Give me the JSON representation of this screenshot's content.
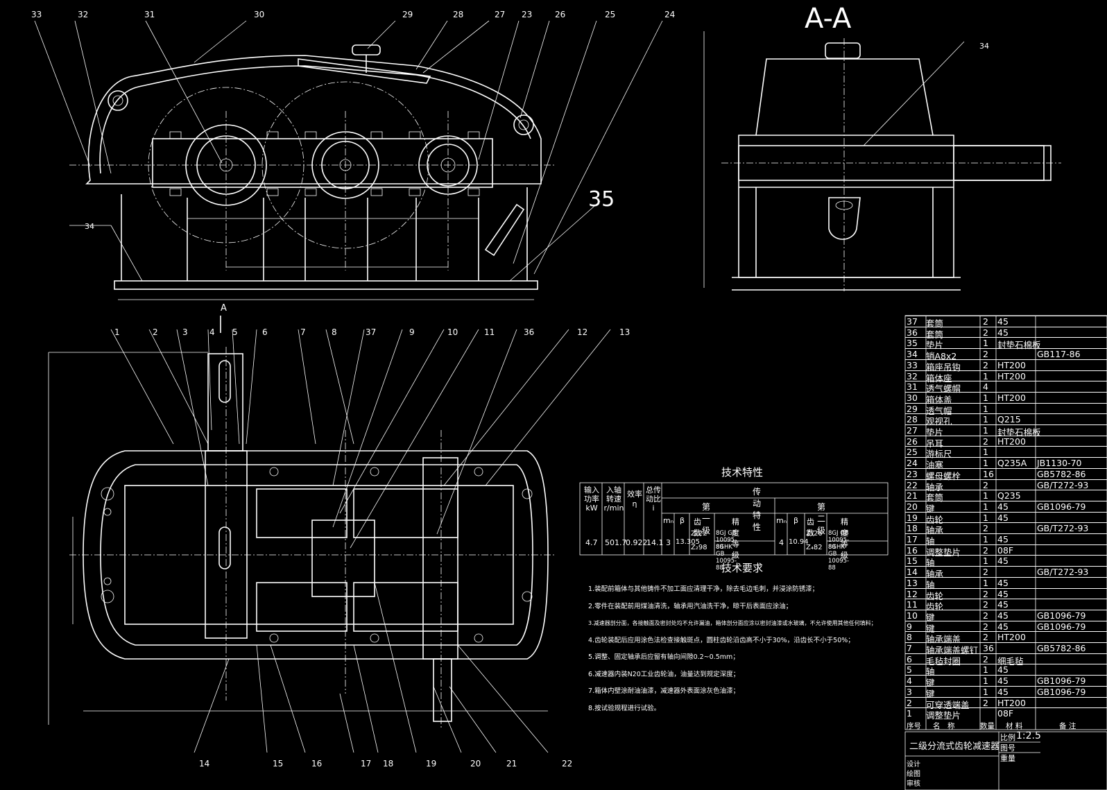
{
  "drawing": {
    "section_title": "A-A",
    "section_mark": "A",
    "balloons_top": [
      "33",
      "32",
      "31",
      "30",
      "29",
      "28",
      "27",
      "23",
      "26",
      "25",
      "24"
    ],
    "balloon_35": "35",
    "balloon_34_top": "34",
    "balloon_34_side": "34",
    "balloons_plan_top": [
      "1",
      "2",
      "3",
      "4",
      "5",
      "6",
      "7",
      "8",
      "37",
      "9",
      "10",
      "11",
      "36",
      "12",
      "13"
    ],
    "balloons_plan_bottom": [
      "14",
      "15",
      "16",
      "17",
      "18",
      "19",
      "20",
      "21",
      "22"
    ]
  },
  "tech_spec": {
    "title": "技术特性",
    "col_power": [
      "输入",
      "功率",
      "kW"
    ],
    "col_speed": [
      "入轴",
      "转速",
      "r/min"
    ],
    "col_eff": [
      "效率",
      "η"
    ],
    "col_ratio": [
      "总传",
      "动比",
      "i"
    ],
    "transmission": "传动特性",
    "stage1": "第一级",
    "stage2": "第二级",
    "mn": "mₙ",
    "beta": "β",
    "teeth": "齿数",
    "grade": "精度等级",
    "z1": "Z₁",
    "z2": "Z₂",
    "z3": "Z₃",
    "z4": "Z₄",
    "power": "4.7",
    "speed": "501.7",
    "eff": "0.922",
    "ratio": "14.1",
    "s1_mn": "3",
    "s1_beta": "13.305",
    "s1_z1": "22",
    "s1_z2": "98",
    "s1_g1": "8GJ GB 10095-88",
    "s1_g2": "8GHK GB 10095-88",
    "s2_mn": "4",
    "s2_beta": "10.94",
    "s2_z3": "26",
    "s2_z4": "82",
    "s2_g1": "8GJ GB 10095-88",
    "s2_g2": "8GHK GB 10095-88"
  },
  "requirements": {
    "title": "技术要求",
    "items": [
      "1.装配前箱体与其他铸件不加工面应清理干净，除去毛边毛刺，并浸涂防锈漆；",
      "2.零件在装配前用煤油清洗，轴承用汽油洗干净，晾干后表面应涂油；",
      "3.减速器剖分面，各接触面及密封处均不允许漏油，箱体剖分面应涂以密封油漆或水玻璃，不允许使用其他任何填料；",
      "4.齿轮装配后应用涂色法检查接触斑点，圆柱齿轮沿齿高不小于30%，沿齿长不小于50%；",
      "5.调整、固定轴承后应留有轴向间隙0.2~0.5mm；",
      "6.减速器内装N20工业齿轮油，油量达到规定深度；",
      "7.箱体内壁涂耐油油漆，减速器外表面涂灰色油漆；",
      " 8.按试验规程进行试验。"
    ]
  },
  "bom": {
    "rows": [
      [
        "37",
        "套筒",
        "2",
        "45",
        ""
      ],
      [
        "36",
        "套筒",
        "2",
        "45",
        ""
      ],
      [
        "35",
        "垫片",
        "1",
        "封垫石棉板",
        ""
      ],
      [
        "34",
        "销A8x2",
        "2",
        "",
        "GB117-86"
      ],
      [
        "33",
        "箱座吊钩",
        "2",
        "HT200",
        ""
      ],
      [
        "32",
        "箱体座",
        "1",
        "HT200",
        ""
      ],
      [
        "31",
        "透气螺帽",
        "4",
        "",
        ""
      ],
      [
        "30",
        "箱体盖",
        "1",
        "HT200",
        ""
      ],
      [
        "29",
        "透气帽",
        "1",
        "",
        ""
      ],
      [
        "28",
        "观视孔",
        "1",
        "Q215",
        ""
      ],
      [
        "27",
        "垫片",
        "1",
        "封垫石棉板",
        ""
      ],
      [
        "26",
        "吊耳",
        "2",
        "HT200",
        ""
      ],
      [
        "25",
        "游标尺",
        "1",
        "",
        ""
      ],
      [
        "24",
        "油塞",
        "1",
        "Q235A",
        "JB1130-70"
      ],
      [
        "23",
        "螺母螺栓",
        "16",
        "",
        "GB5782-86"
      ],
      [
        "22",
        "轴承",
        "2",
        "",
        "GB/T272-93"
      ],
      [
        "21",
        "套筒",
        "1",
        "Q235",
        ""
      ],
      [
        "20",
        "键",
        "1",
        "45",
        "GB1096-79"
      ],
      [
        "19",
        "齿轮",
        "1",
        "45",
        ""
      ],
      [
        "18",
        "轴承",
        "2",
        "",
        "GB/T272-93"
      ],
      [
        "17",
        "轴",
        "1",
        "45",
        ""
      ],
      [
        "16",
        "调整垫片",
        "2",
        "08F",
        ""
      ],
      [
        "15",
        "轴",
        "1",
        "45",
        ""
      ],
      [
        "14",
        "轴承",
        "2",
        "",
        "GB/T272-93"
      ],
      [
        "13",
        "轴",
        "1",
        "45",
        ""
      ],
      [
        "12",
        "齿轮",
        "2",
        "45",
        ""
      ],
      [
        "11",
        "齿轮",
        "2",
        "45",
        ""
      ],
      [
        "10",
        "键",
        "2",
        "45",
        "GB1096-79"
      ],
      [
        "9",
        "键",
        "2",
        "45",
        "GB1096-79"
      ],
      [
        "8",
        "轴承端盖",
        "2",
        "HT200",
        ""
      ],
      [
        "7",
        "轴承端盖螺钉",
        "36",
        "",
        "GB5782-86"
      ],
      [
        "6",
        "毛毡封圈",
        "2",
        "细毛毡",
        ""
      ],
      [
        "5",
        "轴",
        "1",
        "45",
        ""
      ],
      [
        "4",
        "键",
        "1",
        "45",
        "GB1096-79"
      ],
      [
        "3",
        "键",
        "1",
        "45",
        "GB1096-79"
      ],
      [
        "2",
        "可穿透端盖",
        "2",
        "HT200",
        ""
      ],
      [
        "1",
        "调整垫片",
        "",
        "08F",
        ""
      ]
    ],
    "header": [
      "序号",
      "名　称",
      "数量",
      "材 料",
      "备 注"
    ],
    "title_block": {
      "name": "二级分流式齿轮减速器",
      "scale_label": "比例",
      "scale": "1:2.5",
      "drawing_no": "图号",
      "weight": "重量",
      "design": "设计",
      "drawn": "绘图",
      "check": "审核"
    }
  }
}
